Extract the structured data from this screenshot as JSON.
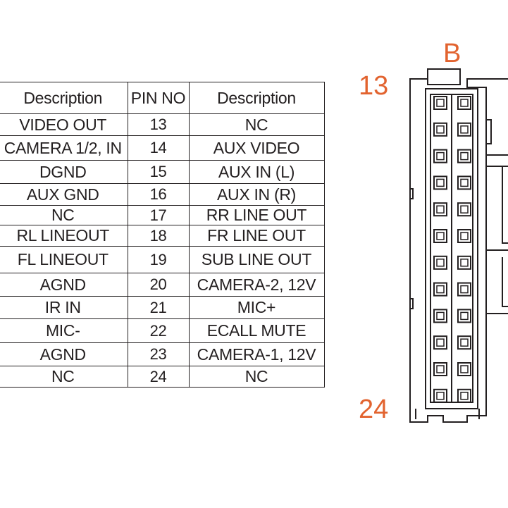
{
  "table": {
    "headers": [
      "Description",
      "PIN NO",
      "Description"
    ],
    "rows": [
      {
        "left": "VIDEO OUT",
        "pin": "13",
        "right": "NC"
      },
      {
        "left": "CAMERA 1/2, IN",
        "pin": "14",
        "right": "AUX VIDEO"
      },
      {
        "left": "DGND",
        "pin": "15",
        "right": "AUX IN (L)"
      },
      {
        "left": "AUX GND",
        "pin": "16",
        "right": "AUX IN (R)"
      },
      {
        "left": "NC",
        "pin": "17",
        "right": "RR LINE OUT"
      },
      {
        "left": "RL LINEOUT",
        "pin": "18",
        "right": "FR LINE OUT"
      },
      {
        "left": "FL LINEOUT",
        "pin": "19",
        "right": "SUB LINE OUT"
      },
      {
        "left": "AGND",
        "pin": "20",
        "right": "CAMERA-2, 12V"
      },
      {
        "left": "IR IN",
        "pin": "21",
        "right": "MIC+"
      },
      {
        "left": "MIC-",
        "pin": "22",
        "right": "ECALL MUTE"
      },
      {
        "left": "AGND",
        "pin": "23",
        "right": "CAMERA-1, 12V"
      },
      {
        "left": "NC",
        "pin": "24",
        "right": "NC"
      }
    ]
  },
  "connector": {
    "label": "B",
    "first_pin_label": "13",
    "last_pin_label": "24",
    "pin_rows": 12,
    "pin_columns": 2
  },
  "colors": {
    "accent": "#e2632f",
    "line": "#231f20",
    "background": "#ffffff"
  }
}
